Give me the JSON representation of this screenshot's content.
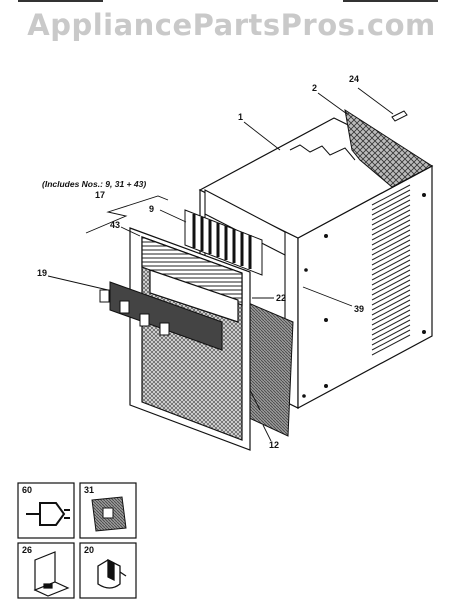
{
  "watermark": "AppliancePartsPros.com",
  "callouts": {
    "c1": "1",
    "c2": "2",
    "c24": "24",
    "c39": "39",
    "c22": "22",
    "c12": "12",
    "c9": "9",
    "c43": "43",
    "c19": "19",
    "c17": "17",
    "includes_note": "(Includes Nos.: 9, 31 + 43)"
  },
  "legend": {
    "box1": "60",
    "box2": "31",
    "box3": "26",
    "box4": "20"
  }
}
